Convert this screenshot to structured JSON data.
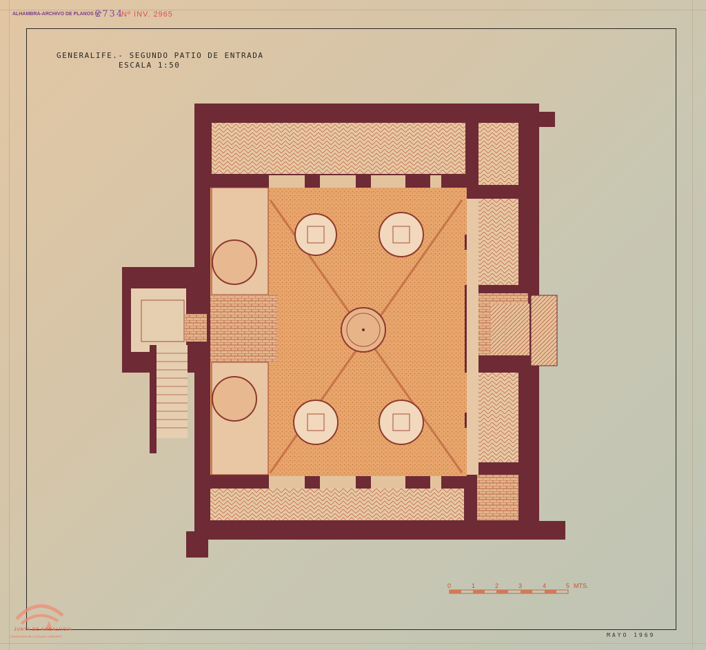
{
  "archive_stamp": {
    "label": "ALHAMBRA-ARCHIVO DE PLANOS N.º",
    "plano_number": "2734",
    "inventory_number": "Nº INV. 2965"
  },
  "drawing": {
    "title": "GENERALIFE.- SEGUNDO PATIO DE ENTRADA",
    "scale": "ESCALA 1:50",
    "date": "MAYO 1969"
  },
  "scale_bar": {
    "ticks": [
      "0",
      "1",
      "2",
      "3",
      "4",
      "5"
    ],
    "unit": "MTS."
  },
  "logo": {
    "line1": "JUNTA DE ANDALUCIA",
    "line2": "CONSEJERÍA DE CULTURA Y DEPORTE"
  },
  "colors": {
    "wall": "#6e2a35",
    "patio": "#e3a066",
    "paving_line": "#c0502c",
    "stamp_purple": "#7a3d8c",
    "stamp_red": "#e0514c"
  }
}
